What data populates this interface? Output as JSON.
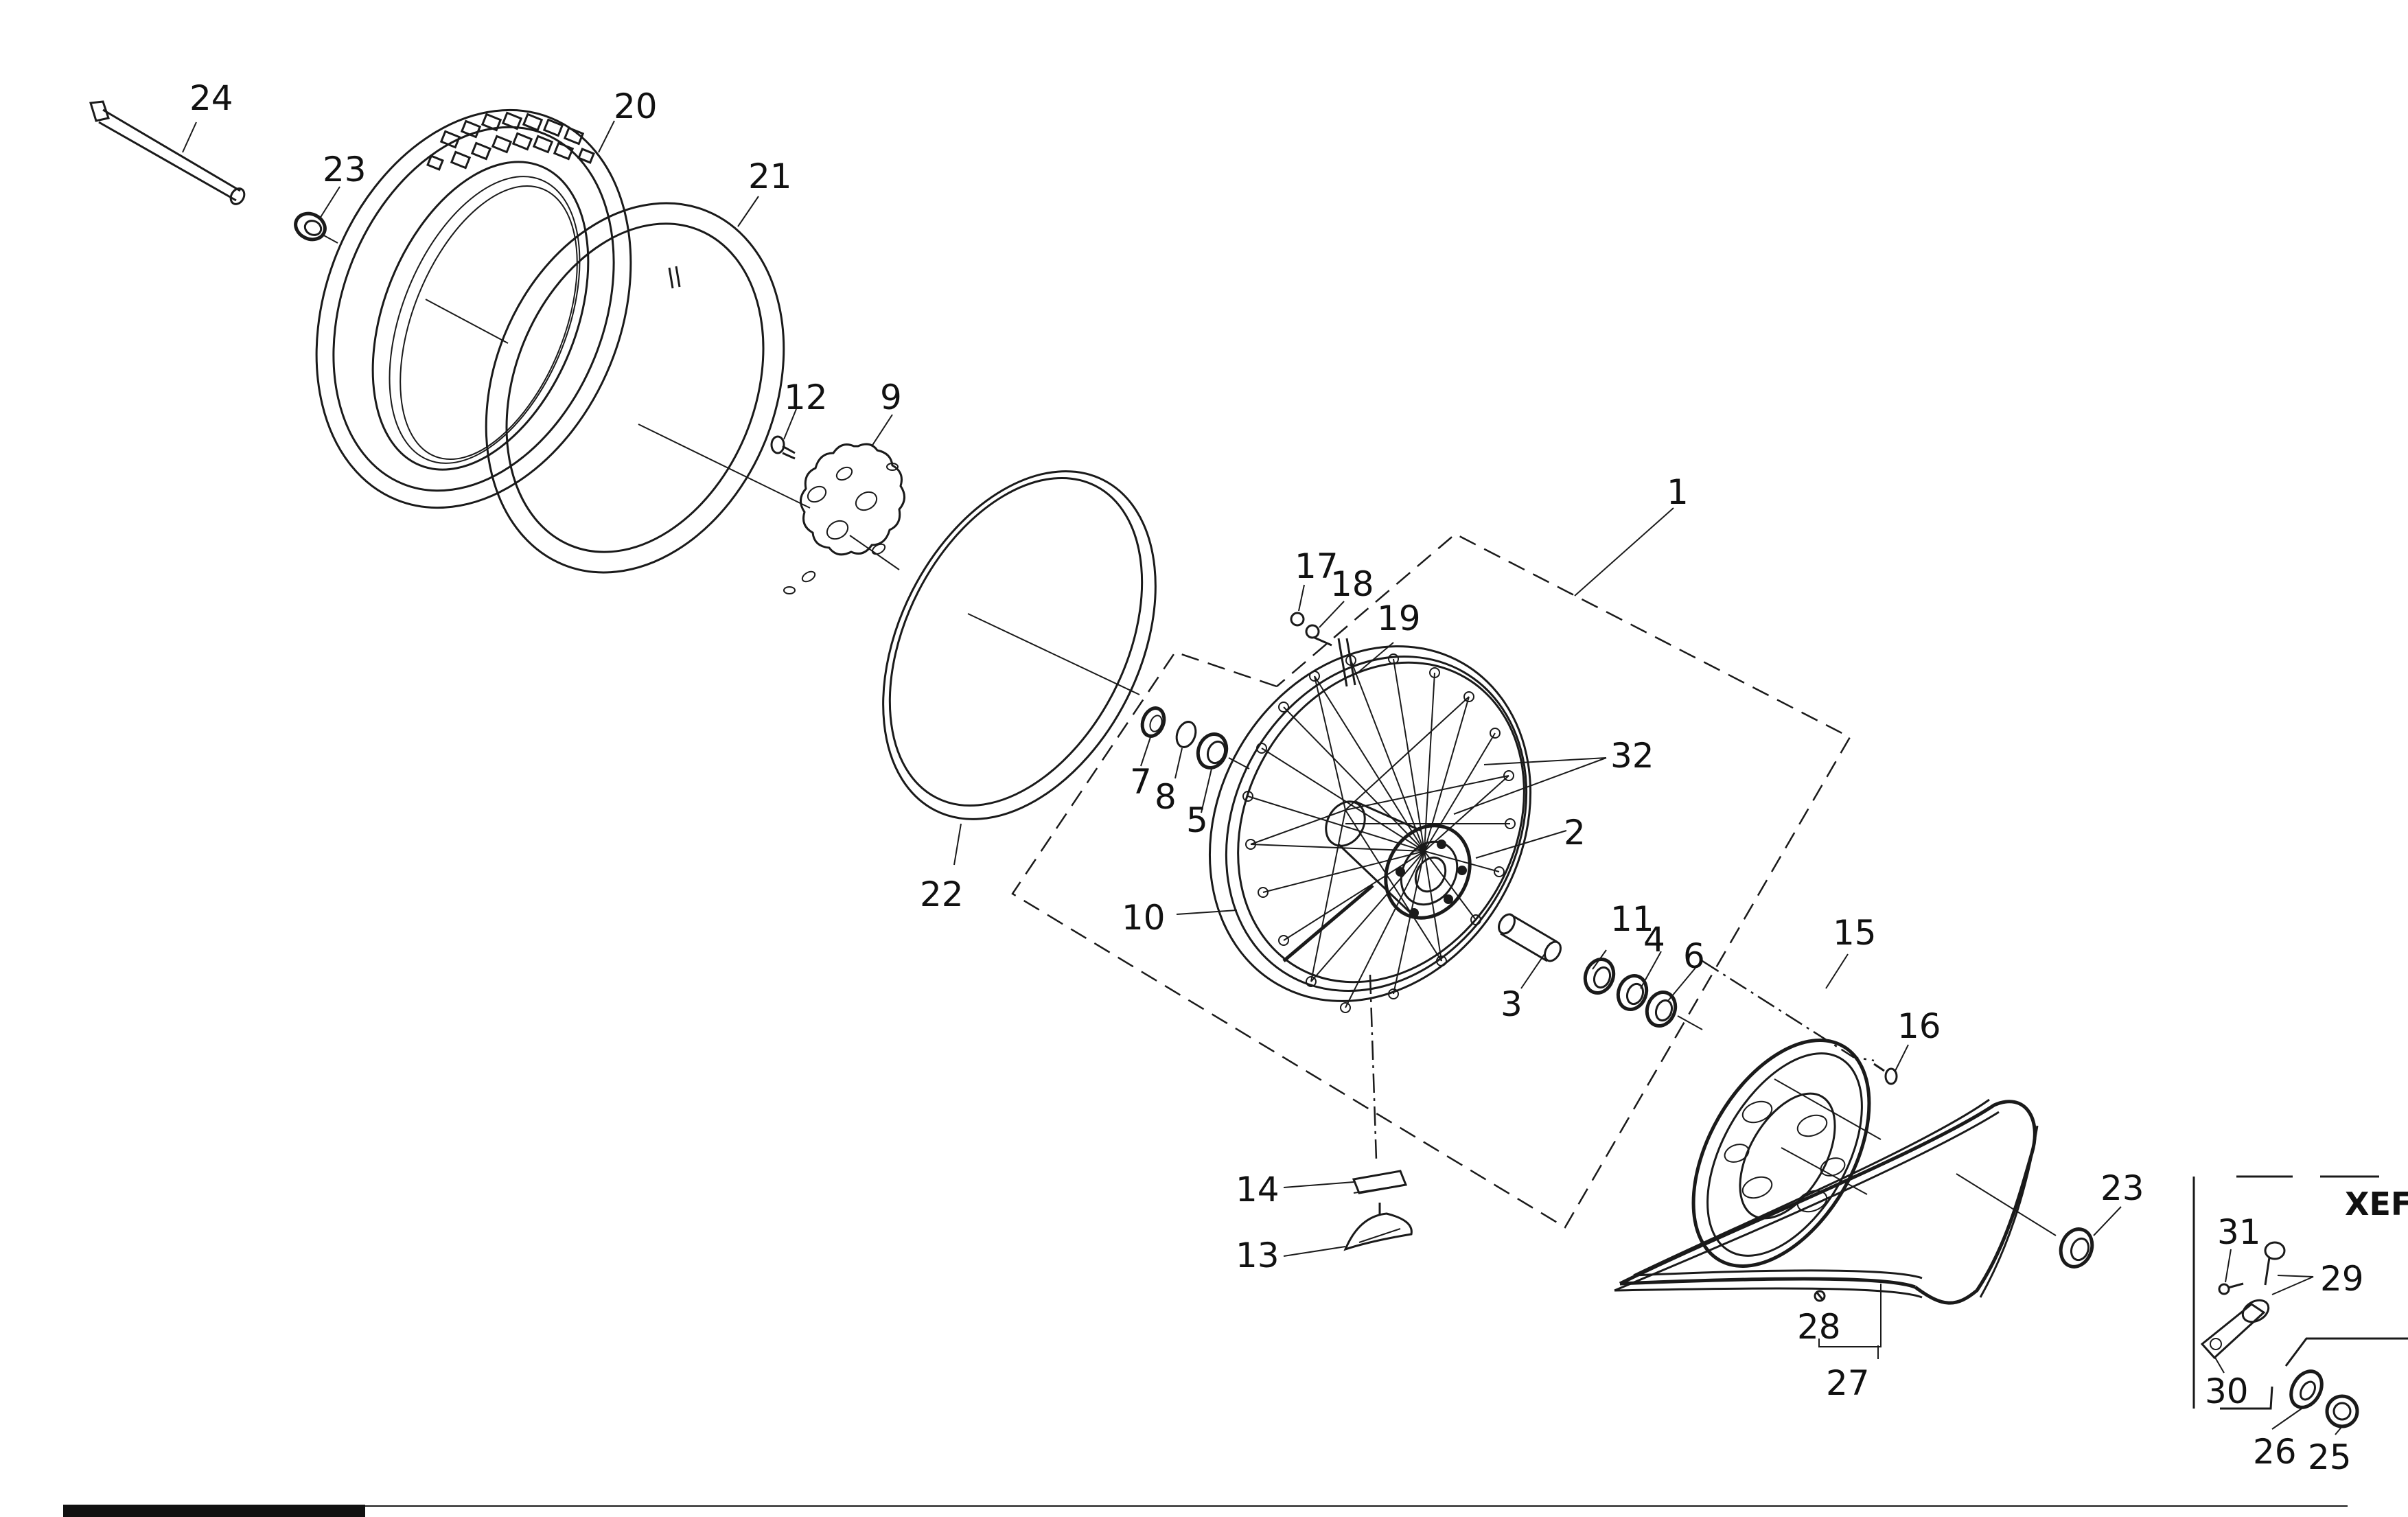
{
  "labels": {
    "l1": "1",
    "l2": "2",
    "l3": "3",
    "l4": "4",
    "l5": "5",
    "l6": "6",
    "l7": "7",
    "l8": "8",
    "l9": "9",
    "l10": "10",
    "l11": "11",
    "l12": "12",
    "l13": "13",
    "l14": "14",
    "l15": "15",
    "l16": "16",
    "l17": "17",
    "l18": "18",
    "l19": "19",
    "l20": "20",
    "l21": "21",
    "l22": "22",
    "l23a": "23",
    "l23b": "23",
    "l24": "24",
    "l25": "25",
    "l26": "26",
    "l27": "27",
    "l28": "28",
    "l29": "29",
    "l30": "30",
    "l31": "31",
    "l32": "32"
  },
  "variant_tag": "XEF",
  "footer": {
    "left_text": "",
    "center_text": "",
    "right_text": ""
  }
}
